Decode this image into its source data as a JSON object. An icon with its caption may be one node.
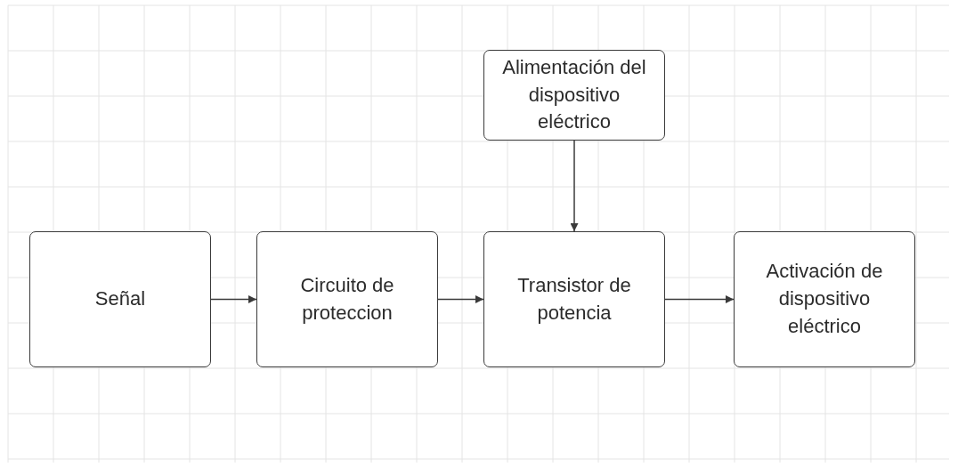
{
  "diagram": {
    "nodes": [
      {
        "text": [
          "Alimentación del dispositivo eléctrico"
        ]
      },
      {
        "text": [
          "Señal"
        ]
      },
      {
        "text": [
          "Circuito de proteccion"
        ]
      },
      {
        "text": [
          "Transistor de potencia"
        ]
      },
      {
        "text": [
          "Activación de dispositivo eléctrico"
        ]
      }
    ],
    "edges": [
      {
        "from": 1,
        "to": 2,
        "arrow": "to"
      },
      {
        "from": 2,
        "to": 3,
        "arrow": "to"
      },
      {
        "from": 3,
        "to": 4,
        "arrow": "to"
      },
      {
        "from": 0,
        "to": 3,
        "arrow": "to"
      }
    ]
  }
}
